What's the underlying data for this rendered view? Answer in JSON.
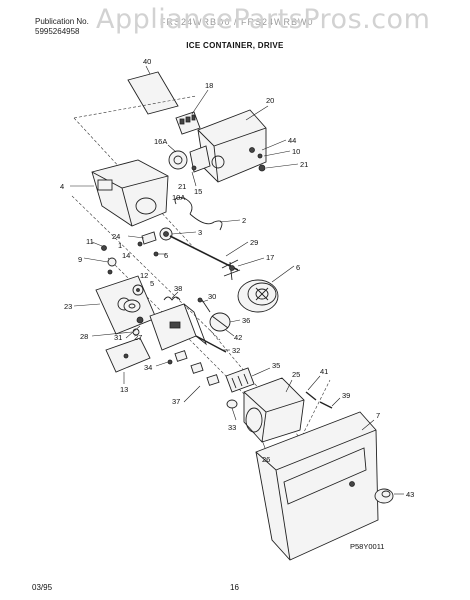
{
  "header": {
    "publication_label": "Publication No.",
    "publication_number": "5995264958",
    "watermark": "AppliancePartsPros.com",
    "model_text": "FRS24WRBD0 / FRS24WRBW0",
    "title": "ICE CONTAINER, DRIVE"
  },
  "diagram": {
    "callouts": [
      "40",
      "18",
      "20",
      "44",
      "10",
      "21",
      "16A",
      "15",
      "4",
      "21",
      "10A",
      "2",
      "3",
      "24",
      "1",
      "11",
      "6",
      "29",
      "9",
      "14",
      "17",
      "6",
      "12",
      "5",
      "30",
      "38",
      "23",
      "28",
      "36",
      "42",
      "31",
      "27",
      "32",
      "35",
      "34",
      "13",
      "25",
      "41",
      "39",
      "37",
      "33",
      "26",
      "7",
      "43"
    ],
    "code": "P58Y0011"
  },
  "footer": {
    "date": "03/95",
    "page": "16"
  }
}
